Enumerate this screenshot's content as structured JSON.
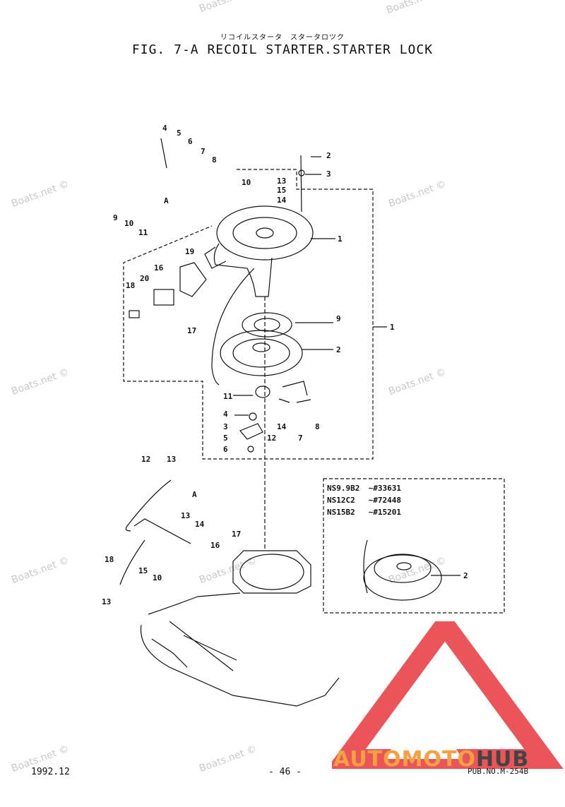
{
  "header": {
    "japanese_title": "リコイルスタータ　スタータロツク",
    "figure_title": "FIG.  7-A RECOIL STARTER.STARTER LOCK"
  },
  "callouts": {
    "upper_left": [
      "4",
      "5",
      "6",
      "7",
      "8",
      "9",
      "10",
      "11",
      "A"
    ],
    "upper_right": [
      "2",
      "3",
      "10",
      "13",
      "15",
      "14",
      "1"
    ],
    "center_left": [
      "19",
      "16",
      "20",
      "18",
      "17"
    ],
    "center_right": [
      "9",
      "2",
      "1"
    ],
    "lower": [
      "11",
      "4",
      "3",
      "5",
      "6",
      "7",
      "8",
      "14",
      "12"
    ],
    "linkage": [
      "12",
      "13",
      "A",
      "13",
      "14",
      "18",
      "15",
      "10",
      "13",
      "17",
      "16"
    ]
  },
  "inset": {
    "rows": [
      {
        "model": "NS9.9B2",
        "serial": "~#33631"
      },
      {
        "model": "NS12C2",
        "serial": "~#72448"
      },
      {
        "model": "NS15B2",
        "serial": "~#15201"
      }
    ],
    "callout": "2"
  },
  "footer": {
    "date": "1992.12",
    "page": "- 46 -",
    "pub_no": "PUB.NO.M-254B"
  },
  "watermark": "Boats.net ©",
  "logo": {
    "text_a": "AUTOMOTO",
    "text_b": "HUB",
    "colors": {
      "triangle": "#e8363c",
      "text_a": "#f5a142",
      "text_b": "#444444"
    }
  }
}
